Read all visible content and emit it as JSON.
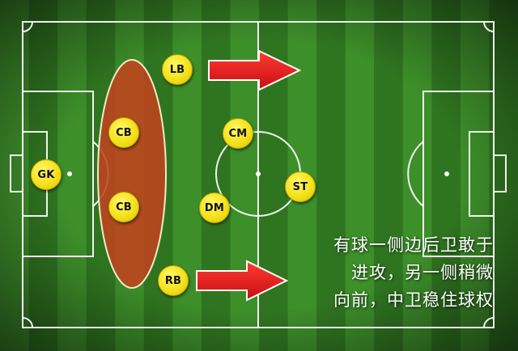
{
  "players": {
    "lb": "LB",
    "cb_top": "CB",
    "cb_bottom": "CB",
    "gk": "GK",
    "cm": "CM",
    "dm": "DM",
    "st": "ST",
    "rb": "RB"
  },
  "caption": {
    "line1": "有球一侧边后卫敢于",
    "line2": "进攻，另一侧稍微",
    "line3": "向前，中卫稳住球权"
  },
  "colors": {
    "grass_light": "#3d8f2a",
    "grass_dark": "#2f7520",
    "player": "#f4e11a",
    "arrow": "#e4161b",
    "zone": "#c0431c"
  }
}
